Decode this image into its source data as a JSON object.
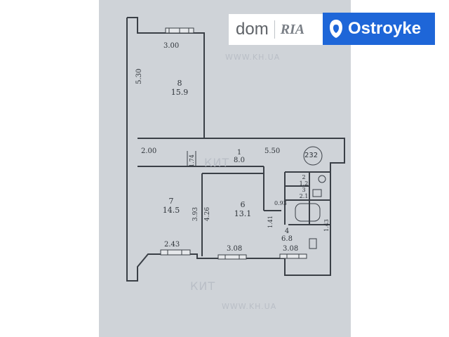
{
  "watermarks": {
    "site_url_top": "WWW.KH.UA",
    "site_url_bottom": "WWW.KH.UA",
    "kit_top": "КИТ",
    "kit_bottom": "КИТ"
  },
  "logos": {
    "dom": "dom",
    "ria": "RIA",
    "ostroyke": "Ostroyke"
  },
  "floor_plan": {
    "rooms": [
      {
        "number": "8",
        "area": "15.9"
      },
      {
        "number": "1",
        "area": "8.0"
      },
      {
        "number": "7",
        "area": "14.5"
      },
      {
        "number": "6",
        "area": "13.1"
      },
      {
        "number": "4",
        "area": "6.8"
      },
      {
        "number": "2",
        "area": "1.2"
      },
      {
        "number": "3",
        "area": "2.1"
      }
    ],
    "dimensions": [
      "3.00",
      "5.30",
      "2.00",
      "5.50",
      "4.26",
      "3.93",
      "2.43",
      "3.08",
      "3.08",
      "1.41",
      "0.93",
      "1.43",
      "1.74"
    ],
    "stamp": "232"
  }
}
